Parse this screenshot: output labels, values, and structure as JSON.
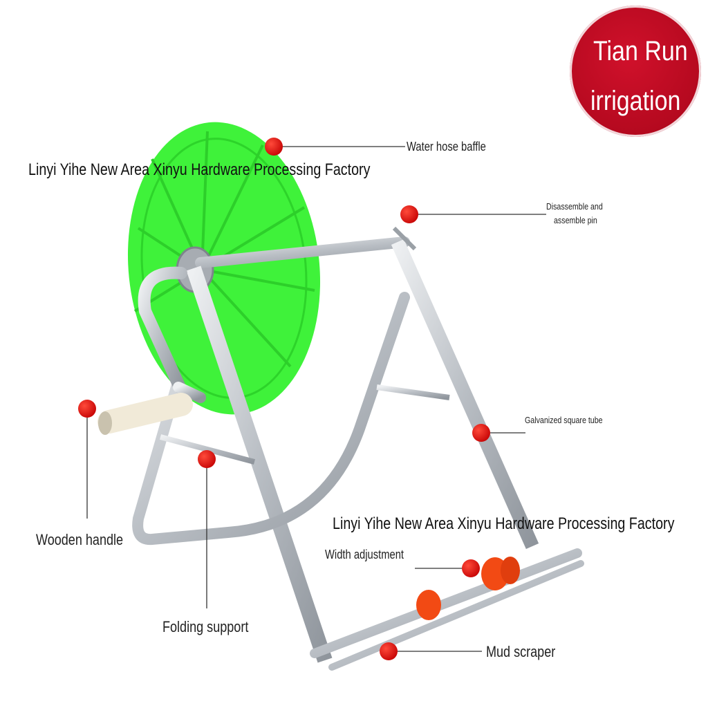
{
  "watermark": {
    "top": "Linyi Yihe New Area Xinyu Hardware Processing Factory",
    "bottom": "Linyi Yihe New Area Xinyu Hardware Processing Factory"
  },
  "logo": {
    "line1": "Tian Run",
    "line2": "irrigation"
  },
  "callouts": {
    "water_hose_baffle": "Water hose baffle",
    "pin_line1": "Disassemble and",
    "pin_line2": "assemble pin",
    "galvanized_square_tube": "Galvanized square tube",
    "wooden_handle": "Wooden handle",
    "width_adjustment": "Width adjustment",
    "folding_support": "Folding support",
    "mud_scraper": "Mud scraper"
  },
  "colors": {
    "reel_green": "#3ff23a",
    "marker_red": "#e01010",
    "logo_red": "#c20d24",
    "frame_silver": "#c9cdd2",
    "roller_orange": "#f24a14"
  }
}
